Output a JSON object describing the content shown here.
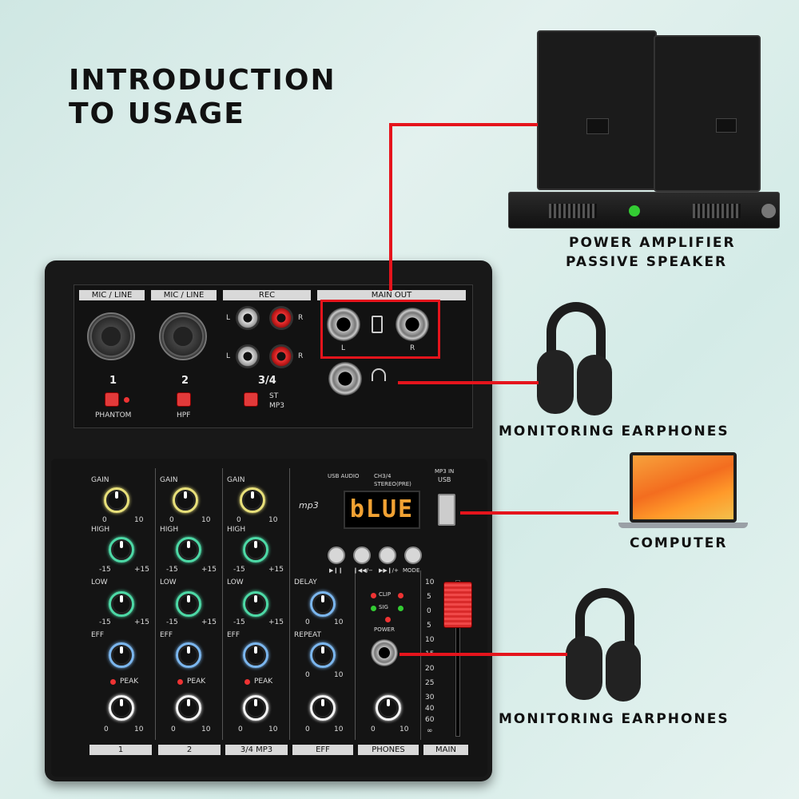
{
  "title": {
    "line1": "INTRODUCTION",
    "line2": "TO USAGE"
  },
  "captions": {
    "power_amp_line1": "POWER AMPLIFIER",
    "power_amp_line2": "PASSIVE SPEAKER",
    "monitor1": "MONITORING EARPHONES",
    "computer": "COMPUTER",
    "monitor2": "MONITORING EARPHONES"
  },
  "mixer": {
    "top_sections": {
      "mic1": "MIC / LINE",
      "mic2": "MIC / LINE",
      "rec": "REC",
      "main_out": "MAIN OUT"
    },
    "channel_numbers": {
      "ch1": "1",
      "ch2": "2",
      "ch34": "3/4"
    },
    "buttons": {
      "phantom": "PHANTOM",
      "hpf": "HPF",
      "st": "ST",
      "mp3": "MP3"
    },
    "rca_labels": {
      "l": "L",
      "r": "R"
    },
    "main_out_labels": {
      "l": "L",
      "r": "R"
    },
    "knob_labels": {
      "gain": "GAIN",
      "high": "HIGH",
      "low": "LOW",
      "eff": "EFF",
      "peak": "PEAK",
      "delay": "DELAY",
      "repeat": "REPEAT"
    },
    "scale": {
      "zero": "0",
      "ten": "10",
      "neg15": "-15",
      "pos15": "+15"
    },
    "display_text": "bLUE",
    "usb_audio": "USB AUDIO",
    "ch34_label": "CH3/4",
    "stereo_pre": "STEREO(PRE)",
    "mp3_in": "MP3 IN",
    "usb": "USB",
    "mp3_logo": "mp3",
    "transport": [
      "▶❙❙",
      "❙◀◀/−",
      "▶▶❙/+",
      "MODE"
    ],
    "indicators": {
      "clip": "CLIP",
      "sig": "SIG",
      "power": "POWER"
    },
    "fader_scale": [
      "10",
      "5",
      "0",
      "5",
      "10",
      "15",
      "20",
      "25",
      "30",
      "40",
      "60",
      "∞"
    ],
    "bottom_labels": [
      "1",
      "2",
      "3/4 MP3",
      "EFF",
      "PHONES",
      "MAIN"
    ]
  },
  "colors": {
    "red_line": "#e5141c",
    "display": "#f2a233"
  }
}
